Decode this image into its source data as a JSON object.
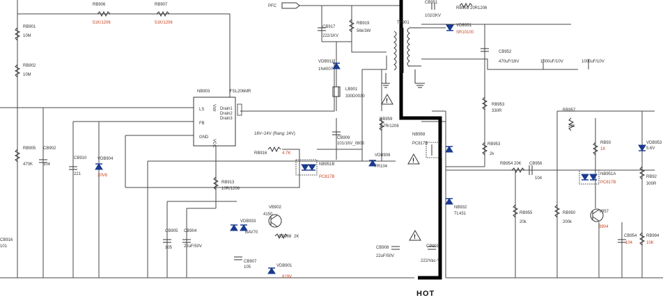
{
  "colors": {
    "wire": "#444444",
    "text": "#333333",
    "value_red": "#c8411c",
    "diode_blue": "#1a3a8f",
    "isolation": "#000000"
  },
  "labels": {
    "rb906": "RB906",
    "rb906_val": "51K/1206",
    "rb907": "RB907",
    "rb907_val": "51K/1206",
    "rb901": "RB901",
    "rb901_val": "10M",
    "rb902": "RB902",
    "rb902_val": "10M",
    "pfc": "PFC",
    "cb917": "CB917",
    "cb917_val": "222/1KV",
    "rb919": "RB919",
    "rb919_val": "56k/3W",
    "tb901": "TB901",
    "cb951": "CB951",
    "cb951_val": "102/2KV",
    "rb951": "RB951 20R1206",
    "vdb951": "VDB951",
    "vdb951_val": "SR10100",
    "cb952": "CB952",
    "cb952_val": "470uF/16V",
    "cap2_val": "1000uF/10V",
    "cap3_val": "1000uF/10V",
    "vdb911": "VDB911",
    "vdb911_val": "1N4007",
    "lb901": "LB901",
    "lb901_val": "330D0030",
    "nb903": "NB903",
    "nb903_part": "FSL206MR",
    "pin_ls": "LS",
    "pin_vfb": "FB",
    "pin_gnd": "GND",
    "pin_vstr": "Vstr",
    "pin_vcc": "VCC",
    "drain1": "Drain1",
    "drain2": "Drain2",
    "drain3": "Drain3",
    "hv_note": "18V~24V (Rang: 24V)",
    "rb959": "RB959",
    "rb959_val": "2.7R/1206",
    "rb905": "RB905",
    "rb905_val": "470K",
    "cb902": "CB902",
    "cb902_val": "104",
    "cb910": "CB910",
    "cb910_val": "221",
    "vdb904": "VDB904",
    "vdb904_val": "20V8",
    "rb916": "RB916",
    "rb916_val": "4.7K",
    "nb951b": "NB951B",
    "nb951b_val": "PC817B",
    "cb909": "CB909",
    "cb909_val": "101/16V_0805",
    "vdb908": "VDB908",
    "vdb908_val": "FR104",
    "rb913": "RB913",
    "rb913_val": "10R/1206",
    "nb958": "NB958",
    "nb958_val": "PC817B",
    "rb953": "RB953",
    "rb953_val": "330R",
    "rb953b": "RB953",
    "rb953b_val": "2k",
    "rb957": "RB957",
    "rb957_val": "20k",
    "rb93": "RB93",
    "rb93_val": "1K",
    "vdb953": "VDB953",
    "vdb953_val": "5.6V",
    "rb954": "RB954",
    "rb954_val": "20K",
    "cb956": "CB956",
    "cb956_val": "104",
    "nb951a": "NB951A",
    "nb951a_val": "PC817B",
    "rb92": "RB92",
    "rb92_val": "300R",
    "nb932": "NB932",
    "nb932_val": "TL431",
    "rb955": "RB955",
    "rb955_val": "20k",
    "rb950": "RB950",
    "rb950_val": "200k",
    "v957": "V957",
    "v957_val": "3904",
    "cb954": "CB954",
    "cb954_val": "104",
    "rb994": "RB994",
    "rb994_val": "10K",
    "vb902": "VB902",
    "vb902_val": "4150",
    "vdb933": "VDB933",
    "vdb933_val": "BAV70",
    "rb908": "RB908",
    "rb908_val": "2K",
    "cb905": "CB905",
    "cb905_val": "105",
    "cb904": "CB904",
    "cb904_val": "22uF/50V",
    "cb907": "CB907",
    "cb907_val": "105",
    "vdb901": "VDB901",
    "vdb901_val": "819V",
    "cb908": "CB908",
    "cb908_val": "22uF/50V",
    "cp901": "CP901",
    "cp901_val": "222/Vac-Y",
    "cb916": "CB916",
    "cb916_val": "101",
    "hot": "HOT"
  }
}
